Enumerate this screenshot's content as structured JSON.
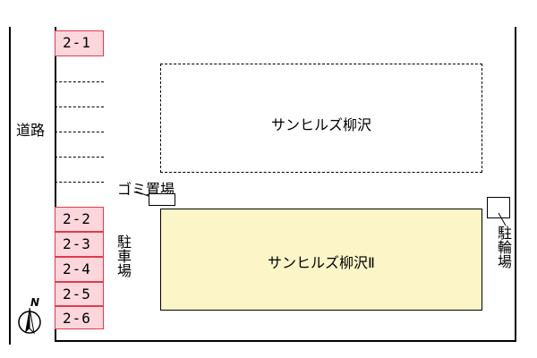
{
  "road_label": "道路",
  "parking_label": "駐車場",
  "bicycle_parking_label": "駐輪場",
  "garbage_label": "ゴミ置場",
  "buildings": {
    "existing": "サンヒルズ柳沢",
    "subject": "サンヒルズ柳沢Ⅱ"
  },
  "parking_slots": [
    "2-1",
    "",
    "",
    "",
    "",
    "",
    "2-2",
    "2-3",
    "2-4",
    "2-5",
    "2-6"
  ],
  "compass": {
    "label": "N"
  },
  "colors": {
    "assigned_slot_fill": "#fbd7dc",
    "assigned_slot_border": "#e2394f",
    "subject_building_fill": "#fbf5c8"
  }
}
